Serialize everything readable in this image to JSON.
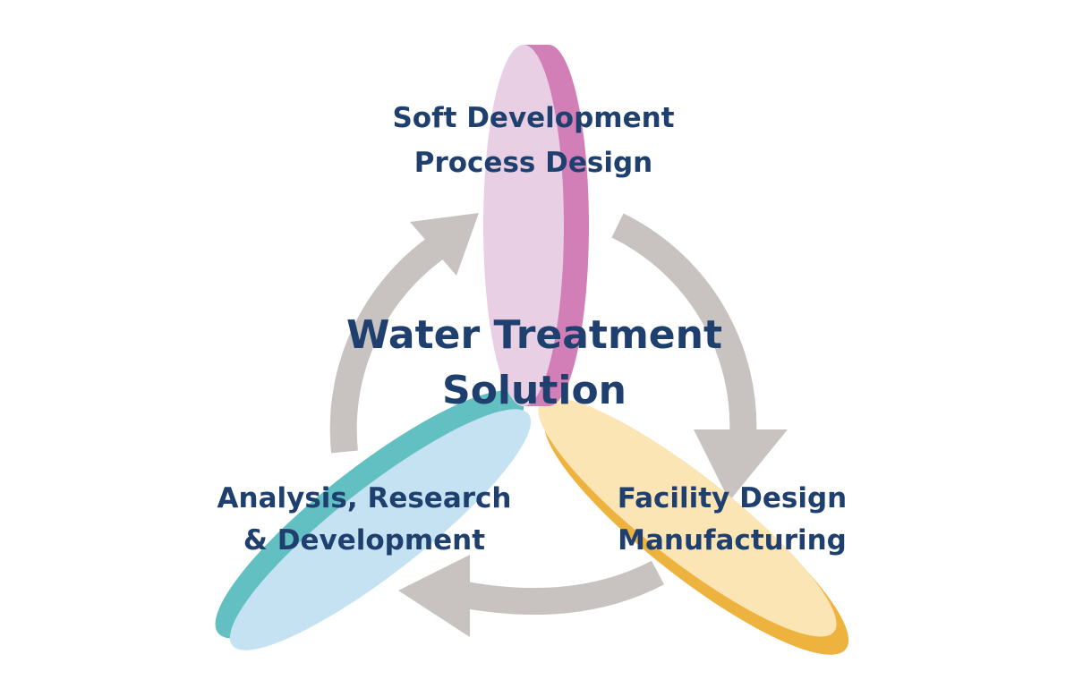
{
  "diagram": {
    "center": {
      "line1": "Water Treatment",
      "line2": "Solution"
    },
    "top": {
      "line1": "Soft Development",
      "line2": "Process Design",
      "colors": {
        "face": "#e9cfe4",
        "edge": "#d37fb7"
      }
    },
    "left": {
      "line1": "Analysis, Research",
      "line2": "& Development",
      "colors": {
        "face": "#c4e2f2",
        "edge": "#62c0c3"
      }
    },
    "right": {
      "line1": "Facility Design",
      "line2": "Manufacturing",
      "colors": {
        "face": "#fce5b5",
        "edge": "#edb33e"
      }
    },
    "arrow_color": "#c8c3c0",
    "text_color": "#1f3f6e"
  }
}
